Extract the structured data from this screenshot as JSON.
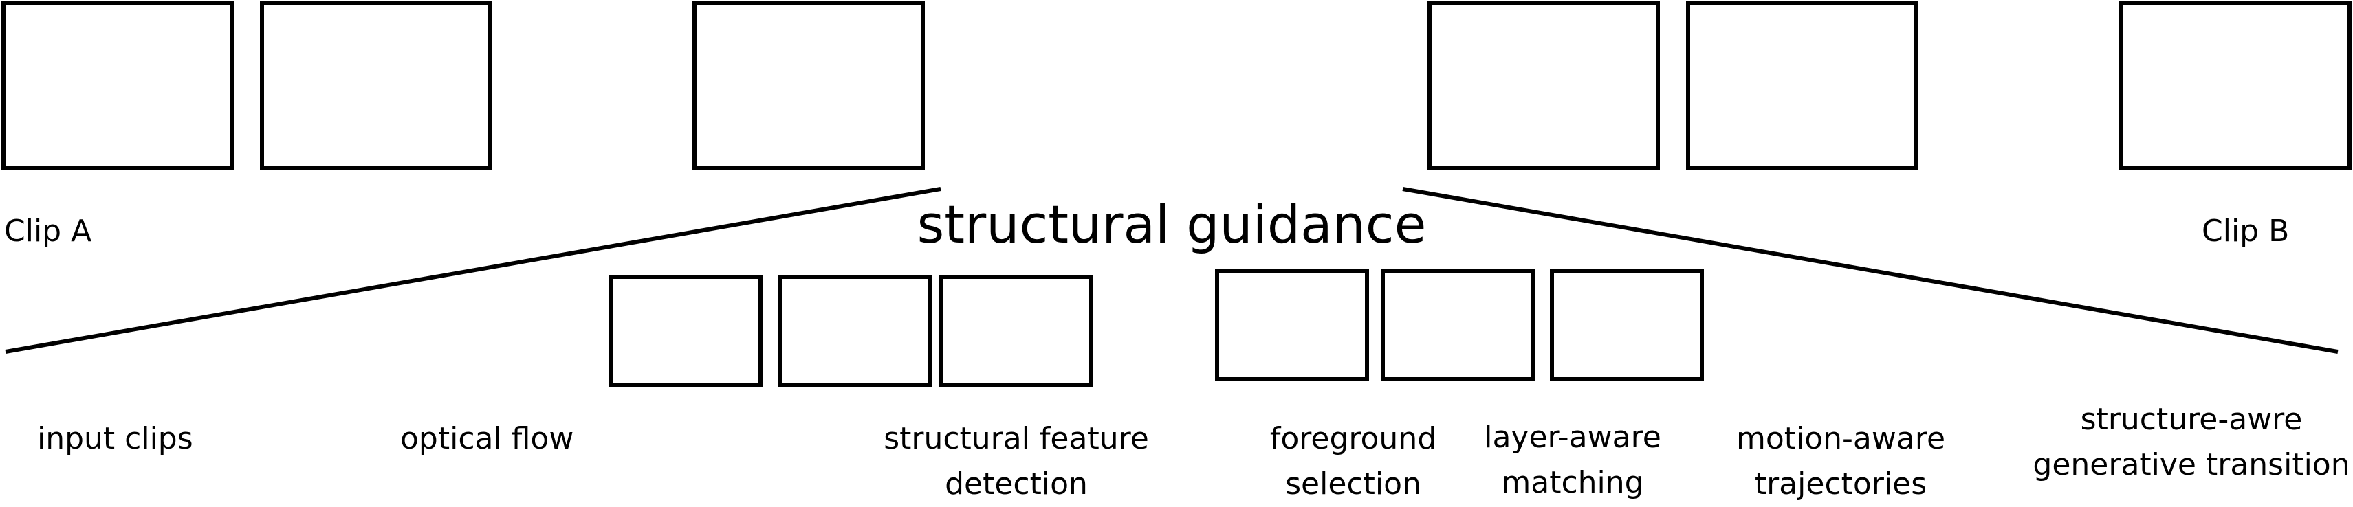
{
  "clips": {
    "clip_a_label": "Clip A",
    "clip_b_label": "Clip B"
  },
  "center_title": "structural guidance",
  "steps": {
    "input_clips": "input clips",
    "optical_flow": "optical flow",
    "structural_feature_detection": [
      "structural feature",
      "detection"
    ],
    "foreground_selection": [
      "foreground",
      "selection"
    ],
    "layer_aware_matching": [
      "layer-aware",
      "matching"
    ],
    "motion_aware_trajectories": [
      "motion-aware",
      "trajectories"
    ],
    "generative_transition": [
      "structure-awre",
      "generative transition"
    ]
  }
}
